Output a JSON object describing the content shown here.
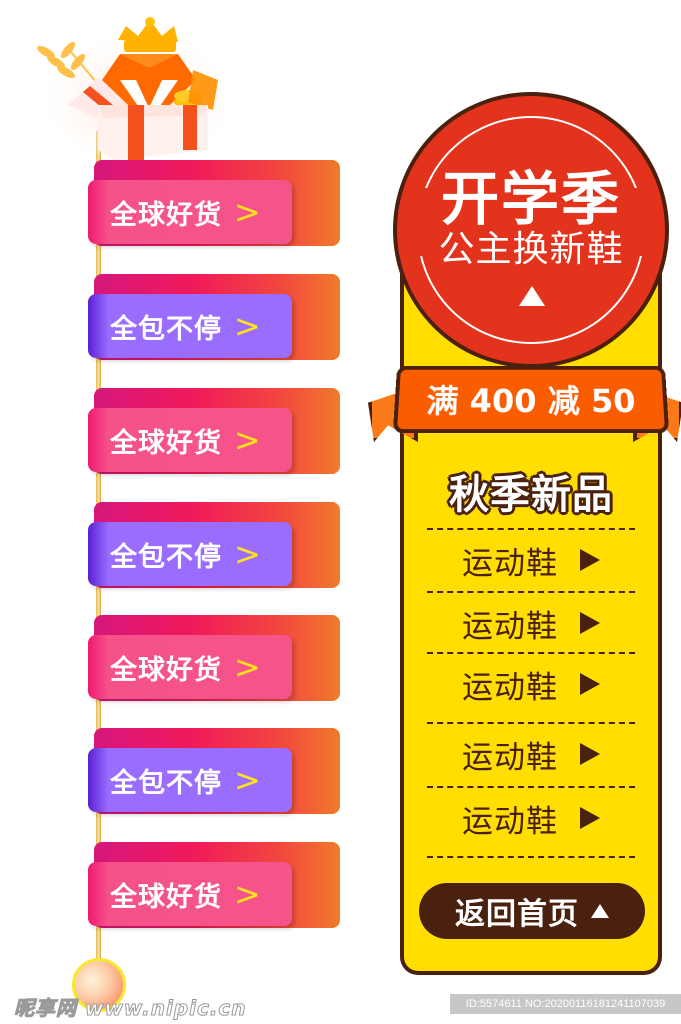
{
  "gift_logo": {
    "icon": "gift-box-crown-v-icon",
    "mark": "V"
  },
  "left_nav": {
    "items": [
      {
        "label": "全球好货",
        "arrow": ">",
        "style": "pink"
      },
      {
        "label": "全包不停",
        "arrow": ">",
        "style": "purple"
      },
      {
        "label": "全球好货",
        "arrow": ">",
        "style": "pink"
      },
      {
        "label": "全包不停",
        "arrow": ">",
        "style": "purple"
      },
      {
        "label": "全球好货",
        "arrow": ">",
        "style": "pink"
      },
      {
        "label": "全包不停",
        "arrow": ">",
        "style": "purple"
      },
      {
        "label": "全球好货",
        "arrow": ">",
        "style": "pink"
      }
    ]
  },
  "right_panel": {
    "badge": {
      "title": "开学季",
      "subtitle": "公主换新鞋",
      "icon": "triangle-up-icon"
    },
    "promo_ribbon": "满 400 减 50",
    "section_title": "秋季新品",
    "categories": [
      {
        "label": "运动鞋",
        "icon": "play-arrow-icon"
      },
      {
        "label": "运动鞋",
        "icon": "play-arrow-icon"
      },
      {
        "label": "运动鞋",
        "icon": "play-arrow-icon"
      },
      {
        "label": "运动鞋",
        "icon": "play-arrow-icon"
      },
      {
        "label": "运动鞋",
        "icon": "play-arrow-icon"
      }
    ],
    "home_button": {
      "label": "返回首页",
      "icon": "triangle-up-icon"
    }
  },
  "watermark": {
    "site": "昵享网 www.nipic.cn",
    "id_text": "ID:5574611 NO:20200116181241107039"
  },
  "colors": {
    "pink": "#f5548a",
    "purple": "#9b6dff",
    "back_gradient_start": "#d6177d",
    "back_gradient_end": "#f17a2c",
    "arrow_yellow": "#ffe31a",
    "panel_yellow": "#ffde00",
    "badge_red": "#e3331c",
    "ribbon_orange": "#fa5c00",
    "brown": "#4a200e"
  }
}
